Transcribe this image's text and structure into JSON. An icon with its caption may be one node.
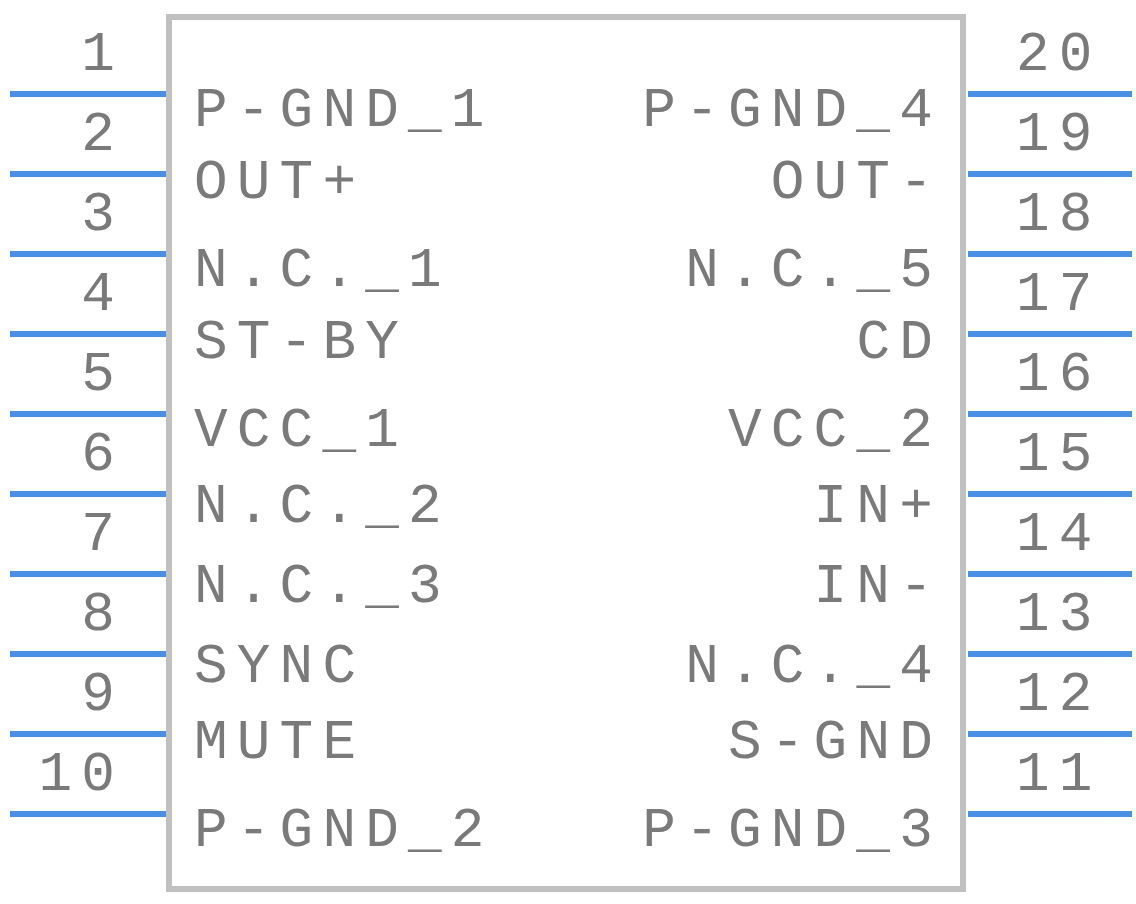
{
  "diagram": {
    "nodes": [
      {
        "text": [
          "P-GND_1",
          "P-GND_4",
          "OUT+",
          "OUT-",
          "N.C._1",
          "N.C._5",
          "ST-BY",
          "CD",
          "VCC_1",
          "VCC_2",
          "N.C._2",
          "IN+",
          "N.C._3",
          "IN-",
          "SYNC",
          "N.C._4",
          "MUTE",
          "S-GND",
          "P-GND_2",
          "P-GND_3"
        ]
      }
    ],
    "labels": [
      "1",
      "20",
      "2",
      "19",
      "3",
      "18",
      "4",
      "17",
      "5",
      "16",
      "6",
      "15",
      "7",
      "14",
      "8",
      "13",
      "9",
      "12",
      "10",
      "11"
    ]
  }
}
